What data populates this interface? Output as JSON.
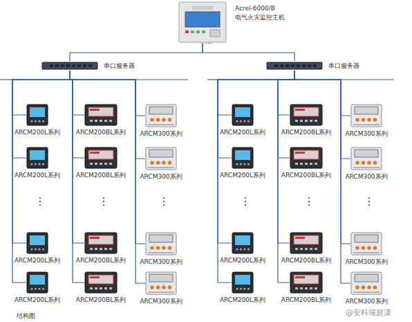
{
  "diagram": {
    "nodes": [
      {
        "text": [
          "Acrel-6000/B",
          "电气火灾监控主机"
        ]
      },
      {
        "text": [
          "串口服务器"
        ]
      },
      {
        "text": [
          "串口服务器"
        ]
      },
      {
        "text": [
          "ARCM200L系列"
        ]
      },
      {
        "text": [
          "ARCM200L系列"
        ]
      },
      {
        "text": [
          "ARCM200L系列"
        ]
      },
      {
        "text": [
          "ARCM200L系列"
        ]
      },
      {
        "text": [
          "ARCM200BL系列"
        ]
      },
      {
        "text": [
          "ARCM200BL系列"
        ]
      },
      {
        "text": [
          "ARCM200BL系列"
        ]
      },
      {
        "text": [
          "ARCM200BL系列"
        ]
      },
      {
        "text": [
          "ARCM300系列"
        ]
      },
      {
        "text": [
          "ARCM300系列"
        ]
      },
      {
        "text": [
          "ARCM300系列"
        ]
      },
      {
        "text": [
          "ARCM300系列"
        ]
      },
      {
        "text": [
          "ARCM200L系列"
        ]
      },
      {
        "text": [
          "ARCM200L系列"
        ]
      },
      {
        "text": [
          "ARCM200L系列"
        ]
      },
      {
        "text": [
          "ARCM200L系列"
        ]
      },
      {
        "text": [
          "ARCM200BL系列"
        ]
      },
      {
        "text": [
          "ARCM200BL系列"
        ]
      },
      {
        "text": [
          "ARCM200BL系列"
        ]
      },
      {
        "text": [
          "ARCM200BL系列"
        ]
      },
      {
        "text": [
          "ARCM300系列"
        ]
      },
      {
        "text": [
          "ARCM300系列"
        ]
      },
      {
        "text": [
          "ARCM300系列"
        ]
      },
      {
        "text": [
          "ARCM300系列"
        ]
      }
    ],
    "edges": [
      {
        "from": 0,
        "to": 1,
        "arrow": "none"
      },
      {
        "from": 0,
        "to": 2,
        "arrow": "none"
      },
      {
        "from": 1,
        "to": 3,
        "arrow": "none"
      },
      {
        "from": 1,
        "to": 4,
        "arrow": "none"
      },
      {
        "from": 1,
        "to": 5,
        "arrow": "none"
      },
      {
        "from": 1,
        "to": 6,
        "arrow": "none"
      },
      {
        "from": 1,
        "to": 7,
        "arrow": "none"
      },
      {
        "from": 1,
        "to": 8,
        "arrow": "none"
      },
      {
        "from": 1,
        "to": 9,
        "arrow": "none"
      },
      {
        "from": 1,
        "to": 10,
        "arrow": "none"
      },
      {
        "from": 1,
        "to": 11,
        "arrow": "none"
      },
      {
        "from": 1,
        "to": 12,
        "arrow": "none"
      },
      {
        "from": 1,
        "to": 13,
        "arrow": "none"
      },
      {
        "from": 1,
        "to": 14,
        "arrow": "none"
      },
      {
        "from": 2,
        "to": 15,
        "arrow": "none"
      },
      {
        "from": 2,
        "to": 16,
        "arrow": "none"
      },
      {
        "from": 2,
        "to": 17,
        "arrow": "none"
      },
      {
        "from": 2,
        "to": 18,
        "arrow": "none"
      },
      {
        "from": 2,
        "to": 19,
        "arrow": "none"
      },
      {
        "from": 2,
        "to": 20,
        "arrow": "none"
      },
      {
        "from": 2,
        "to": 21,
        "arrow": "none"
      },
      {
        "from": 2,
        "to": 22,
        "arrow": "none"
      },
      {
        "from": 2,
        "to": 23,
        "arrow": "none"
      },
      {
        "from": 2,
        "to": 24,
        "arrow": "none"
      },
      {
        "from": 2,
        "to": 25,
        "arrow": "none"
      },
      {
        "from": 2,
        "to": 26,
        "arrow": "none"
      }
    ],
    "labels": [
      "···",
      "⋮",
      "⋮",
      "⋮",
      "⋮",
      "⋮",
      "⋮",
      "结构图",
      "@安科瑞超潇"
    ]
  }
}
